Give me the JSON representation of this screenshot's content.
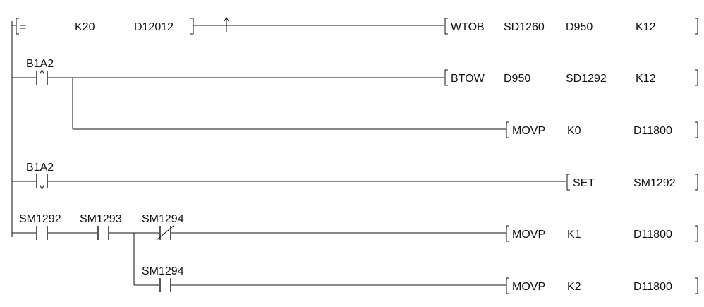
{
  "rungs": [
    {
      "compare": {
        "op": "=",
        "a": "K20",
        "b": "D12012"
      },
      "instruction": {
        "name": "WTOB",
        "args": [
          "SD1260",
          "D950",
          "K12"
        ]
      }
    },
    {
      "contact": {
        "label": "B1A2",
        "type": "rising-edge"
      },
      "instructions": [
        {
          "name": "BTOW",
          "args": [
            "D950",
            "SD1292",
            "K12"
          ]
        },
        {
          "name": "MOVP",
          "args": [
            "K0",
            "D11800"
          ]
        }
      ]
    },
    {
      "contact": {
        "label": "B1A2",
        "type": "falling-edge"
      },
      "instruction": {
        "name": "SET",
        "args": [
          "SM1292"
        ]
      }
    },
    {
      "contacts": [
        {
          "label": "SM1292",
          "type": "normally-open"
        },
        {
          "label": "SM1293",
          "type": "normally-open"
        },
        {
          "label": "SM1294",
          "type": "normally-closed"
        },
        {
          "label": "SM1294",
          "type": "normally-open"
        }
      ],
      "instructions": [
        {
          "name": "MOVP",
          "args": [
            "K1",
            "D11800"
          ]
        },
        {
          "name": "MOVP",
          "args": [
            "K2",
            "D11800"
          ]
        }
      ]
    }
  ]
}
